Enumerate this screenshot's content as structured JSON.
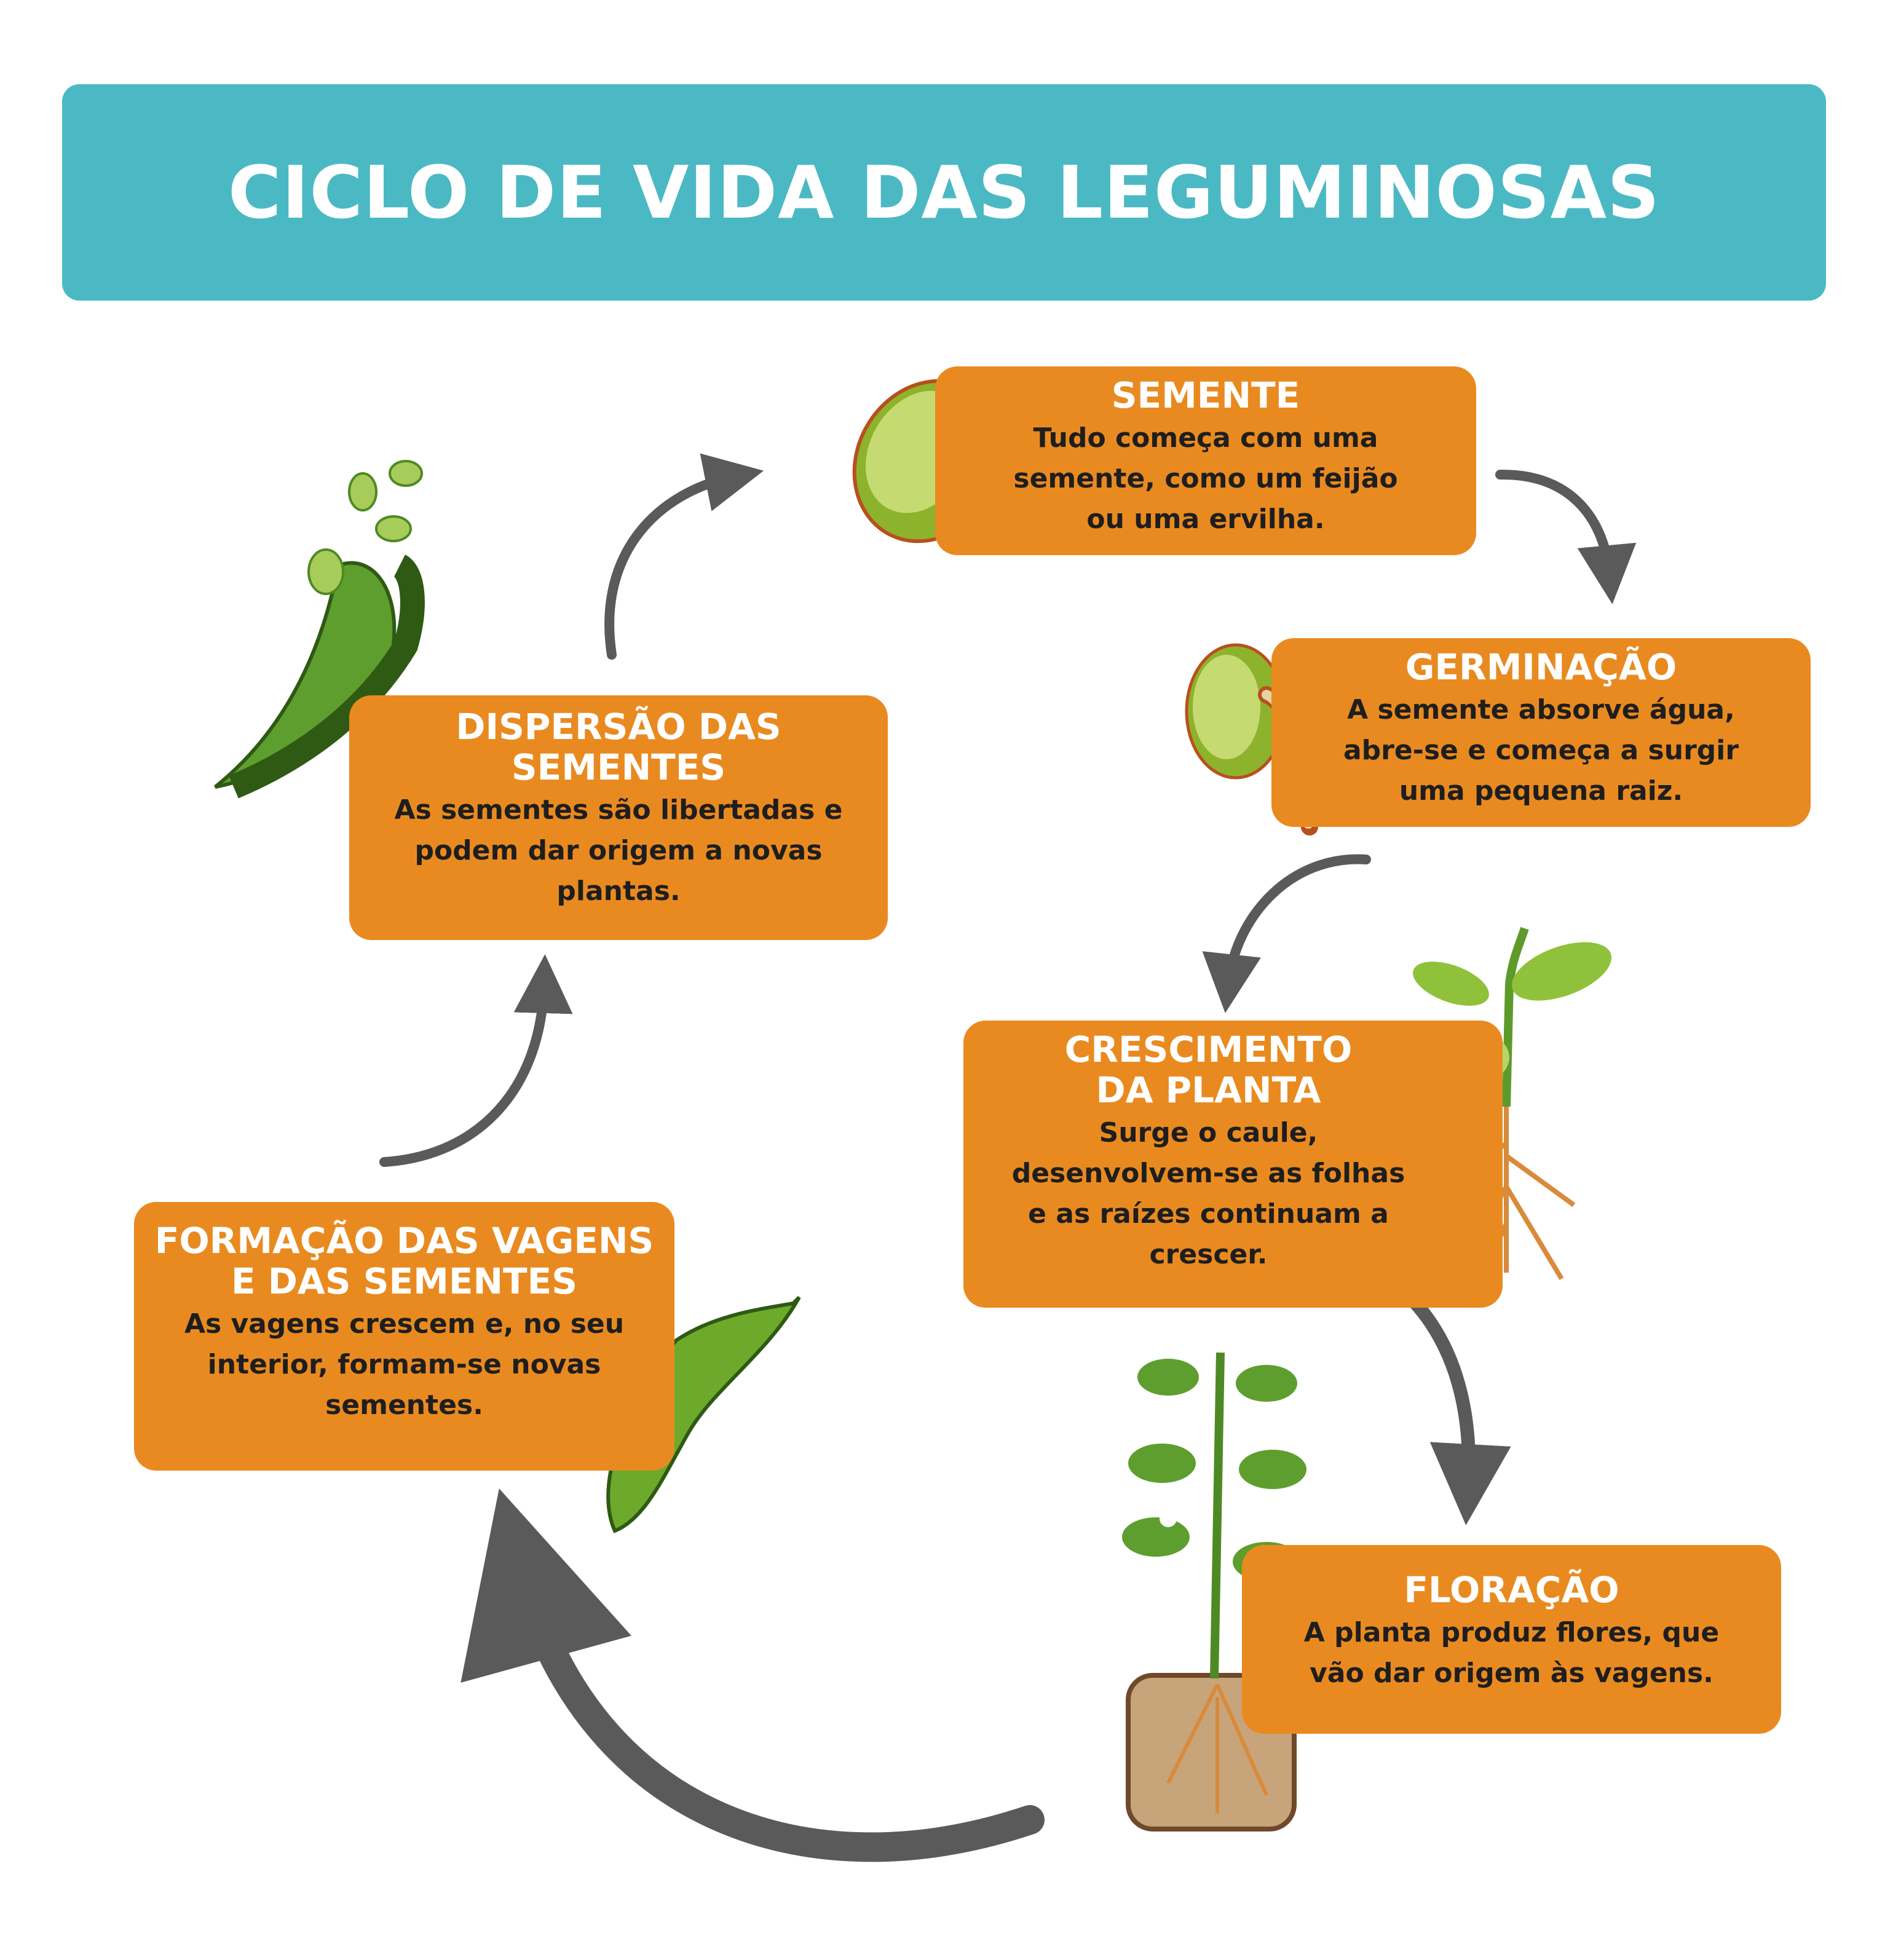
{
  "title": "CICLO DE VIDA DAS LEGUMINOSAS",
  "stages": [
    {
      "heading": "SEMENTE",
      "lines": [
        "Tudo começa com uma",
        "semente, como um feijão",
        "ou uma ervilha."
      ]
    },
    {
      "heading": "GERMINAÇÃO",
      "lines": [
        "A semente absorve água,",
        "abre-se e começa a surgir",
        "uma pequena raiz."
      ]
    },
    {
      "heading_lines": [
        "CRESCIMENTO",
        "DA PLANTA"
      ],
      "lines": [
        "Surge o caule,",
        "desenvolvem-se as folhas",
        "e as raízes continuam a",
        "crescer."
      ]
    },
    {
      "heading": "FLORAÇÃO",
      "lines": [
        "A planta produz flores, que",
        "vão dar origem às vagens."
      ]
    },
    {
      "heading_lines": [
        "FORMAÇÃO DAS VAGENS",
        "E DAS SEMENTES"
      ],
      "lines": [
        "As vagens crescem e, no seu",
        "interior, formam-se novas",
        "sementes."
      ]
    },
    {
      "heading_lines": [
        "DISPERSÃO DAS",
        "SEMENTES"
      ],
      "lines": [
        "As sementes são libertadas e",
        "podem dar origem a novas",
        "plantas."
      ]
    }
  ],
  "colors": {
    "banner": "#4BB9C4",
    "box": "#E98A20",
    "arrow": "#5a5a5a"
  }
}
